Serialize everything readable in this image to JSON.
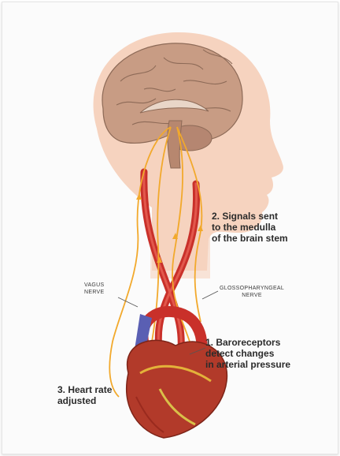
{
  "labels": {
    "signals": [
      "2. Signals sent",
      "to the medulla",
      "of the brain stem"
    ],
    "vagus": [
      "VAGUS",
      "NERVE"
    ],
    "glossopharyngeal": [
      "GLOSSOPHARYNGEAL",
      "NERVE"
    ],
    "baroreceptors": [
      "1. Baroreceptors",
      "detect changes",
      "in arterial pressure"
    ],
    "heart_rate": [
      "3. Heart rate",
      "adjusted"
    ]
  },
  "colors": {
    "skin": "#f6d3bf",
    "brain": "#c89c84",
    "artery": "#c9302a",
    "nerve": "#f2a92c",
    "vein": "#5a5fb3",
    "heart": "#b23a2a"
  }
}
